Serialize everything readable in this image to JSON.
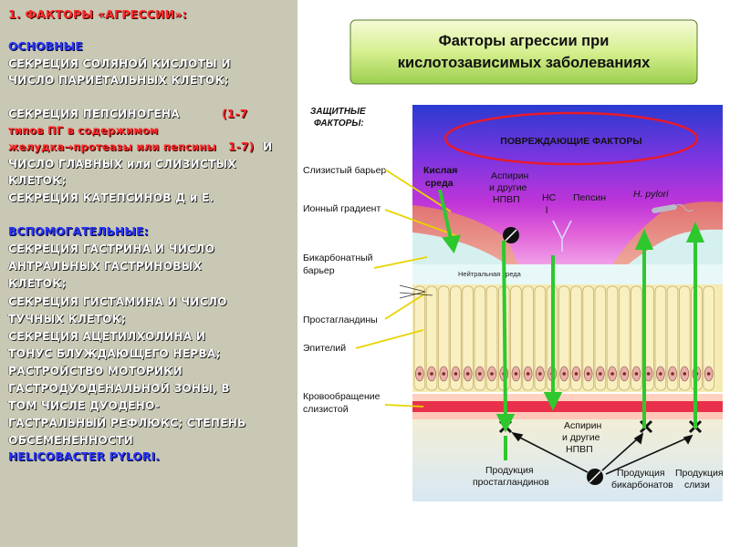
{
  "left_panel": {
    "heading": "1. ФАКТОРЫ  «АГРЕССИИ»:",
    "main_label": "ОСНОВНЫЕ",
    "lines": [
      "СЕКРЕЦИЯ СОЛЯНОЙ КИСЛОТЫ И",
      "ЧИСЛО ПАРИЕТАЛЬНЫХ  КЛЕТОК;",
      "СЕКРЕЦИЯ  ПЕПСИНОГЕНА",
      "(1-7",
      "типов ПГ в содержимом",
      "желудка→протеазы или пепсины",
      "1-7)",
      "И",
      "ЧИСЛО  ГЛАВНЫХ или СЛИЗИСТЫХ",
      "КЛЕТОК;",
      "СЕКРЕЦИЯ  КАТЕПСИНОВ Д и Е."
    ],
    "aux_label": "ВСПОМОГАТЕЛЬНЫЕ:",
    "aux_lines": [
      "СЕКРЕЦИЯ ГАСТРИНА  И ЧИСЛО",
      "АНТРАЛЬНЫХ ГАСТРИНОВЫХ",
      "КЛЕТОК;",
      "СЕКРЕЦИЯ ГИСТАМИНА И ЧИСЛО",
      "ТУЧНЫХ КЛЕТОК;",
      "СЕКРЕЦИЯ АЦЕТИЛХОЛИНА И",
      "ТОНУС БЛУЖДАЮЩЕГО НЕРВА;",
      "РАСТРОЙСТВО МОТОРИКИ",
      "ГАСТРОДУОДЕНАЛЬНОЙ ЗОНЫ, В",
      "ТОМ ЧИСЛЕ     ДУОДЕНО-",
      "ГАСТРАЛЬНЫЙ РЕФЛЮКС; СТЕПЕНЬ",
      "ОБСЕМЕНЕННОСТИ"
    ],
    "hp_label": "HELICOBACTER  PYLORI."
  },
  "diagram": {
    "title_line1": "Факторы агрессии при",
    "title_line2": "кислотозависимых заболеваниях",
    "protective_line1": "ЗАЩИТНЫЕ",
    "protective_line2": "ФАКТОРЫ:",
    "damaging": "ПОВРЕЖДАЮЩИЕ ФАКТОРЫ",
    "labels": {
      "mucus_barrier": "Слизистый барьер",
      "ion_gradient": "Ионный градиент",
      "bicarb_1": "Бикарбонатный",
      "bicarb_2": "барьер",
      "prostaglandins": "Простагландины",
      "epithelium": "Эпителий",
      "blood_1": "Кровообращение",
      "blood_2": "слизистой",
      "acid_1": "Кислая",
      "acid_2": "среда",
      "aspirin_1": "Аспирин",
      "aspirin_2": "и другие",
      "aspirin_3": "НПВП",
      "hcl_1": "HC",
      "hcl_2": "l",
      "pepsin": "Пепсин",
      "hpylori": "H. pylori",
      "neutral": "Нейтральная среда",
      "aspirin_b1": "Аспирин",
      "aspirin_b2": "и другие",
      "aspirin_b3": "НПВП",
      "prod_pg_1": "Продукция",
      "prod_pg_2": "простагландинов",
      "prod_bic_1": "Продукция",
      "prod_bic_2": "бикарбонатов",
      "prod_muc_1": "Продукция",
      "prod_muc_2": "слизи"
    }
  }
}
